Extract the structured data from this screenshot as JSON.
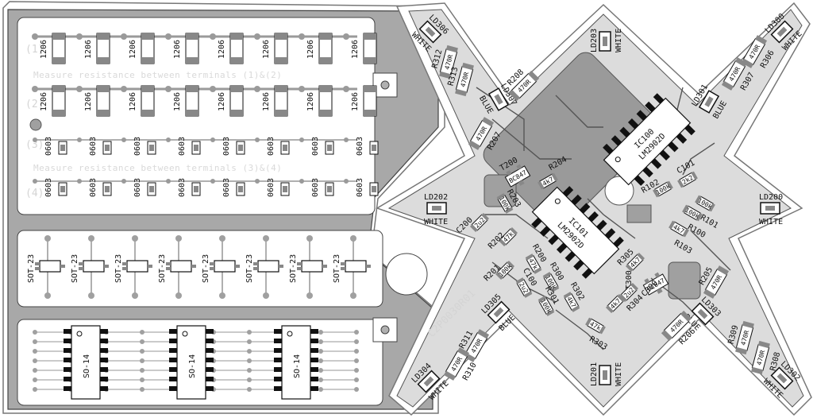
{
  "panel": {
    "row1_label": "(1)",
    "row2_label": "(2)",
    "row3_label": "(3)",
    "row4_label": "(4)",
    "measure12": "Measure resistance between terminals (1)&(2)",
    "measure34": "Measure resistance between terminals (3)&(4)",
    "pkg_1206": "1206",
    "pkg_0603": "0603",
    "pkg_sot23": "SOT-23",
    "pkg_so14": "SO-14"
  },
  "star": {
    "board_id": "C2P0030R01",
    "ics": [
      {
        "ref": "IC100",
        "part": "LM2902D"
      },
      {
        "ref": "IC101",
        "part": "LM2902D"
      }
    ],
    "leds": [
      {
        "ref": "LD200",
        "color": "WHITE"
      },
      {
        "ref": "LD201",
        "color": "WHITE"
      },
      {
        "ref": "LD202",
        "color": "WHITE"
      },
      {
        "ref": "LD203",
        "color": "WHITE"
      },
      {
        "ref": "LD300",
        "color": "WHITE"
      },
      {
        "ref": "LD301",
        "color": "BLUE"
      },
      {
        "ref": "LD302",
        "color": "WHITE"
      },
      {
        "ref": "LD303",
        "color": "BLUE"
      },
      {
        "ref": "LD304",
        "color": "WHITE"
      },
      {
        "ref": "LD305",
        "color": "BLUE"
      },
      {
        "ref": "LD306",
        "color": "WHITE"
      },
      {
        "ref": "LD307",
        "color": "BLUE"
      }
    ],
    "transistors": [
      {
        "ref": "T200",
        "part": "BC847"
      },
      {
        "ref": "T300",
        "part": "BC847"
      }
    ],
    "resistors": [
      {
        "ref": "R306",
        "value": "470R"
      },
      {
        "ref": "R307",
        "value": "470R"
      },
      {
        "ref": "R312",
        "value": "470R"
      },
      {
        "ref": "R313",
        "value": "470R"
      },
      {
        "ref": "R208",
        "value": "470R"
      },
      {
        "ref": "R207",
        "value": "470R"
      },
      {
        "ref": "R205",
        "value": "470R"
      },
      {
        "ref": "R206",
        "value": "470R"
      },
      {
        "ref": "R309",
        "value": "470R"
      },
      {
        "ref": "R308",
        "value": "470R"
      },
      {
        "ref": "R311",
        "value": "470R"
      },
      {
        "ref": "R310",
        "value": "470R"
      }
    ],
    "small_labels": {
      "r204": "R204",
      "r203": "R203",
      "r202": "R202",
      "r201": "R201",
      "r200": "R200",
      "r300": "R300",
      "r301": "R301",
      "r302": "R302",
      "r303": "R303",
      "r304": "R304",
      "r305": "R305",
      "r102": "R102",
      "r101": "R101",
      "r100": "R100",
      "r103": "R103",
      "c101": "C101",
      "c200": "C200",
      "c100": "C100",
      "c300": "C300",
      "v_2k2": "2k2",
      "v_4k7": "4k7",
      "v_100k": "100k",
      "v_47k": "47k",
      "v_2u2": "2u2"
    }
  }
}
